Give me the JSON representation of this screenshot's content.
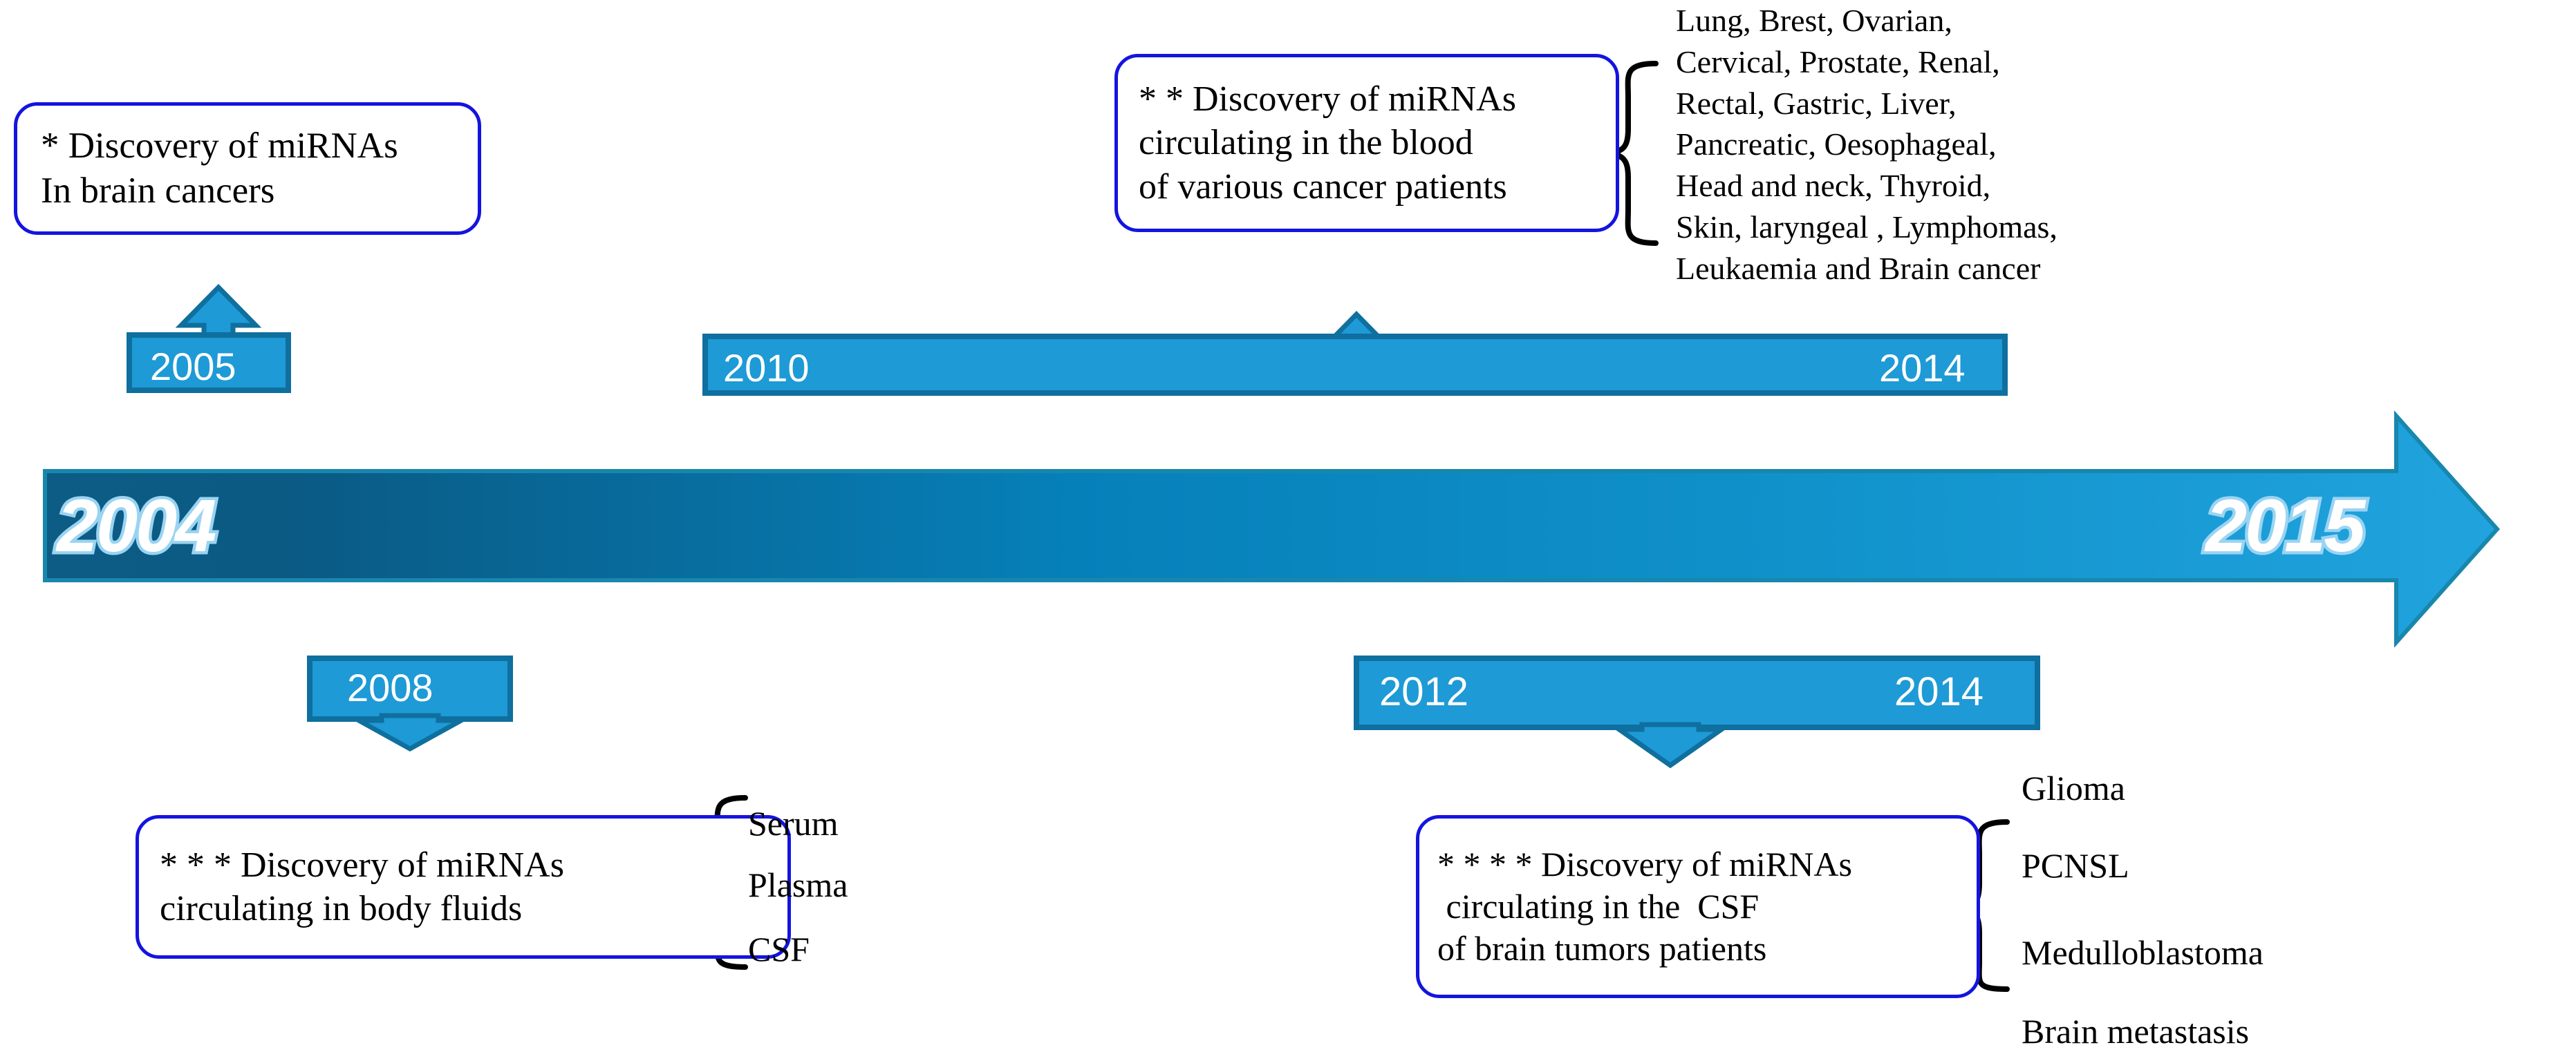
{
  "figure": {
    "type": "timeline",
    "axis": {
      "start_year": "2004",
      "end_year": "2015",
      "direction": "left-to-right"
    }
  },
  "main_axis": {
    "start_label": "2004",
    "end_label": "2015"
  },
  "periods": {
    "y2005": {
      "label": "2005"
    },
    "y2010_2014": {
      "start_label": "2010",
      "end_label": "2014"
    },
    "y2008": {
      "label": "2008"
    },
    "y2012_2014": {
      "start_label": "2012",
      "end_label": "2014"
    }
  },
  "callouts": {
    "brain_cancers": {
      "marker": "*",
      "line1": "* Discovery of miRNAs",
      "line2": "In brain cancers"
    },
    "blood_various_cancers": {
      "marker": "**",
      "line1": "* * Discovery of miRNAs",
      "line2": "circulating in the blood",
      "line3": "of various cancer patients"
    },
    "body_fluids": {
      "marker": "***",
      "line1": "* * * Discovery of miRNAs",
      "line2": "circulating in body fluids"
    },
    "csf_brain_tumors": {
      "marker": "****",
      "line1": "* * * * Discovery of miRNAs",
      "line2": " circulating in the  CSF",
      "line3": "of brain tumors patients"
    }
  },
  "lists": {
    "cancer_types": {
      "lines": [
        "Lung, Brest, Ovarian,",
        "Cervical, Prostate, Renal,",
        "Rectal, Gastric, Liver,",
        "Pancreatic, Oesophageal,",
        "Head and neck, Thyroid,",
        "Skin, laryngeal , Lymphomas,",
        "Leukaemia and Brain cancer"
      ]
    },
    "body_fluids": {
      "items": [
        "Serum",
        "Plasma",
        "CSF"
      ]
    },
    "brain_tumors": {
      "items": [
        "Glioma",
        "PCNSL",
        "Medulloblastoma",
        "Brain metastasis"
      ]
    }
  },
  "colors": {
    "plaque_fill": "#1e9ad6",
    "plaque_border": "#0f6f9e",
    "callout_border": "#1414e0",
    "axis_gradient_start": "#0d5c85",
    "axis_gradient_end": "#1ea2dd",
    "year_text": "#ffffff",
    "year_outline": "#9ad4f2",
    "year_shadow": "#b01020",
    "brace": "#000000"
  }
}
